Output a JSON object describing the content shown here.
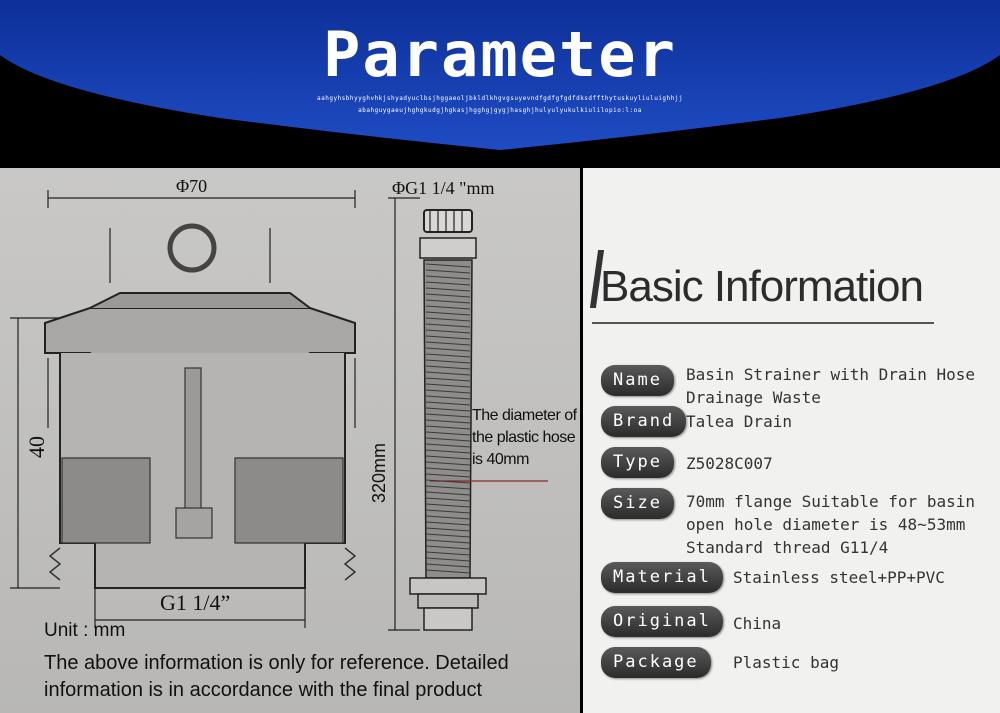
{
  "banner": {
    "title": "Parameter",
    "noise_line1": "aahgyhsbhyyghvhkjshyadyuclbsjhggaeoljbkldlkhgvgsuyevndfgdfgfgdfdksdffthytuskuyliuluighhjj",
    "noise_line2": "abahguygaeujhghgkudgjhgkasjhgghgjgygjhasghjhulyulyukulkiulilopio:l:oa",
    "colors": {
      "blue": "#1a3fae",
      "white": "#ffffff"
    }
  },
  "diagram": {
    "flange_dim": "Φ70",
    "height_dim": "40",
    "thread_dim": "G1 1/4”",
    "hose_top_dim": "ΦG1 1/4 \"mm",
    "hose_length": "320mm",
    "hose_note": "The diameter of the plastic hose is 40mm",
    "unit": "Unit : mm",
    "disclaimer": "The above information is only for reference. Detailed information is in accordance with the final product"
  },
  "info": {
    "heading": "Basic Information",
    "rows": [
      {
        "label": "Name",
        "value": [
          "Basin Strainer with Drain Hose",
          "Drainage Waste"
        ]
      },
      {
        "label": "Brand",
        "value": [
          "Talea Drain"
        ]
      },
      {
        "label": "Type",
        "value": [
          "Z5028C007"
        ]
      },
      {
        "label": "Size",
        "value": [
          "70mm flange  Suitable for basin",
          "open hole diameter is 48~53mm",
          "Standard thread G11/4"
        ]
      },
      {
        "label": "Material",
        "value": [
          "Stainless steel+PP+PVC"
        ]
      },
      {
        "label": "Original",
        "value": [
          "China"
        ]
      },
      {
        "label": "Package",
        "value": [
          "Plastic bag"
        ]
      }
    ]
  }
}
